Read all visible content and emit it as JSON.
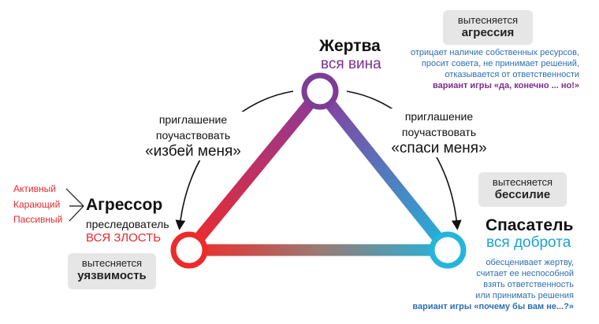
{
  "colors": {
    "victim": "#7b2d8e",
    "rescuer": "#1aa3d6",
    "persecutor": "#e8282d",
    "note_blue": "#2d6fb3",
    "box_bg": "#e6e6e6"
  },
  "victim": {
    "title": "Жертва",
    "subtitle": "вся вина",
    "box": {
      "line1": "вытесняется",
      "line2": "агрессия"
    },
    "notes": [
      "отрицает наличие собственных ресурсов,",
      "просит совета, не принимает решений,",
      "отказывается от ответственности"
    ],
    "game": "вариант игры «да, конечно ... но!»"
  },
  "rescuer": {
    "title": "Спасатель",
    "subtitle": "вся доброта",
    "box": {
      "line1": "вытесняется",
      "line2": "бессилие"
    },
    "notes": [
      "обесценивает жертву,",
      "считает ее неспособной",
      "взять ответственность",
      "или принимать решения"
    ],
    "game": "вариант игры «почему бы вам не...?»"
  },
  "persecutor": {
    "title": "Агрессор",
    "role_line": "преследователь",
    "subtitle": "ВСЯ ЗЛОСТЬ",
    "box": {
      "line1": "вытесняется",
      "line2": "уязвимость"
    },
    "types": [
      "Активный",
      "Карающий",
      "Пассивный"
    ]
  },
  "invite_left": {
    "line1": "приглашение",
    "line2": "поучаствовать",
    "big": "«избей меня»"
  },
  "invite_right": {
    "line1": "приглашение",
    "line2": "поучаствовать",
    "big": "«спаси меня»"
  }
}
